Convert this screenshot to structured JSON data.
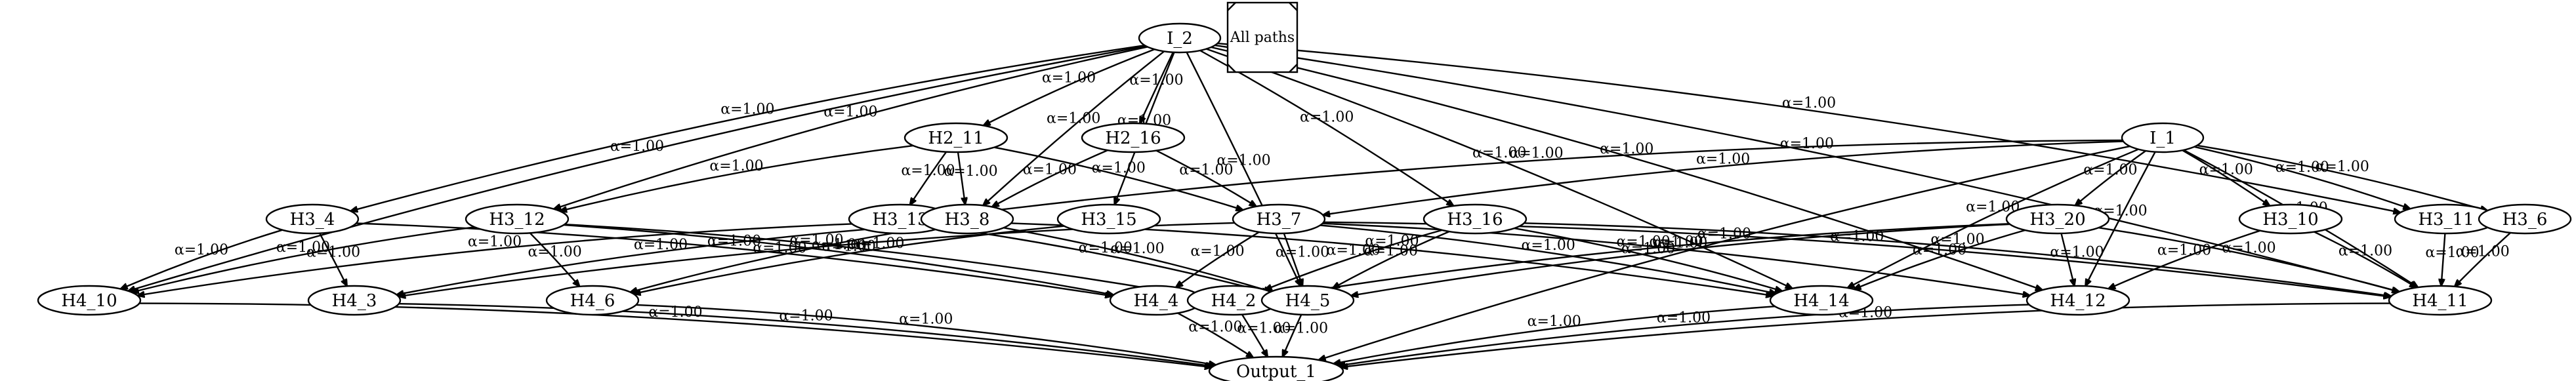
{
  "legend": {
    "title": "All paths"
  },
  "nodes": [
    {
      "id": "I_2",
      "label": "I_2"
    },
    {
      "id": "I_1",
      "label": "I_1"
    },
    {
      "id": "H2_11",
      "label": "H2_11"
    },
    {
      "id": "H2_16",
      "label": "H2_16"
    },
    {
      "id": "H3_4",
      "label": "H3_4"
    },
    {
      "id": "H3_12",
      "label": "H3_12"
    },
    {
      "id": "H3_13",
      "label": "H3_13"
    },
    {
      "id": "H3_8",
      "label": "H3_8"
    },
    {
      "id": "H3_15",
      "label": "H3_15"
    },
    {
      "id": "H3_7",
      "label": "H3_7"
    },
    {
      "id": "H3_16",
      "label": "H3_16"
    },
    {
      "id": "H3_20",
      "label": "H3_20"
    },
    {
      "id": "H3_10",
      "label": "H3_10"
    },
    {
      "id": "H3_11",
      "label": "H3_11"
    },
    {
      "id": "H3_6",
      "label": "H3_6"
    },
    {
      "id": "H4_10",
      "label": "H4_10"
    },
    {
      "id": "H4_3",
      "label": "H4_3"
    },
    {
      "id": "H4_6",
      "label": "H4_6"
    },
    {
      "id": "H4_4",
      "label": "H4_4"
    },
    {
      "id": "H4_2",
      "label": "H4_2"
    },
    {
      "id": "H4_5",
      "label": "H4_5"
    },
    {
      "id": "H4_14",
      "label": "H4_14"
    },
    {
      "id": "H4_12",
      "label": "H4_12"
    },
    {
      "id": "H4_11",
      "label": "H4_11"
    },
    {
      "id": "Output_1",
      "label": "Output_1"
    }
  ],
  "edges": [
    {
      "from": "I_2",
      "to": "H2_11",
      "label": "α=1.00"
    },
    {
      "from": "I_2",
      "to": "H2_16",
      "label": "α=1.00"
    },
    {
      "from": "I_2",
      "to": "H3_4",
      "label": "α=1.00"
    },
    {
      "from": "I_2",
      "to": "H3_12",
      "label": "α=1.00"
    },
    {
      "from": "I_2",
      "to": "H3_8",
      "label": "α=1.00"
    },
    {
      "from": "I_2",
      "to": "H3_15",
      "label": "α=1.00"
    },
    {
      "from": "I_2",
      "to": "H3_16",
      "label": "α=1.00"
    },
    {
      "from": "I_2",
      "to": "H3_11",
      "label": "α=1.00"
    },
    {
      "from": "I_2",
      "to": "H4_10",
      "label": "α=1.00"
    },
    {
      "from": "I_2",
      "to": "H4_5",
      "label": "α=1.00"
    },
    {
      "from": "I_2",
      "to": "H4_14",
      "label": "α=1.00"
    },
    {
      "from": "I_2",
      "to": "H4_12",
      "label": "α=1.00"
    },
    {
      "from": "I_2",
      "to": "H4_11",
      "label": "α=1.00"
    },
    {
      "from": "H2_11",
      "to": "H3_12",
      "label": "α=1.00"
    },
    {
      "from": "H2_11",
      "to": "H3_13",
      "label": "α=1.00"
    },
    {
      "from": "H2_11",
      "to": "H3_8",
      "label": "α=1.00"
    },
    {
      "from": "H2_11",
      "to": "H3_7",
      "label": "α=1.00"
    },
    {
      "from": "H2_16",
      "to": "H3_8",
      "label": "α=1.00"
    },
    {
      "from": "H2_16",
      "to": "H3_7",
      "label": "α=1.00"
    },
    {
      "from": "I_1",
      "to": "H3_13",
      "label": "α=1.00"
    },
    {
      "from": "I_1",
      "to": "H3_7",
      "label": "α=1.00"
    },
    {
      "from": "I_1",
      "to": "H3_20",
      "label": "α=1.00"
    },
    {
      "from": "I_1",
      "to": "H3_10",
      "label": "α=1.00"
    },
    {
      "from": "I_1",
      "to": "H3_11",
      "label": "α=1.00"
    },
    {
      "from": "I_1",
      "to": "H3_6",
      "label": "α=1.00"
    },
    {
      "from": "I_1",
      "to": "H4_14",
      "label": "α=1.00"
    },
    {
      "from": "I_1",
      "to": "H4_12",
      "label": "α=1.00"
    },
    {
      "from": "I_1",
      "to": "H4_11",
      "label": "α=1.00"
    },
    {
      "from": "I_1",
      "to": "Output_1",
      "label": "α=1.00"
    },
    {
      "from": "H3_4",
      "to": "H4_10",
      "label": "α=1.00"
    },
    {
      "from": "H3_4",
      "to": "H4_3",
      "label": "α=1.00"
    },
    {
      "from": "H3_4",
      "to": "H4_4",
      "label": "α=1.00"
    },
    {
      "from": "H3_12",
      "to": "H4_10",
      "label": "α=1.00"
    },
    {
      "from": "H3_12",
      "to": "H4_6",
      "label": "α=1.00"
    },
    {
      "from": "H3_12",
      "to": "H4_4",
      "label": "α=1.00"
    },
    {
      "from": "H3_12",
      "to": "H4_2",
      "label": "α=1.00"
    },
    {
      "from": "H3_13",
      "to": "H4_10",
      "label": "α=1.00"
    },
    {
      "from": "H3_13",
      "to": "H4_5",
      "label": "α=1.00"
    },
    {
      "from": "H3_8",
      "to": "H4_3",
      "label": "α=1.00"
    },
    {
      "from": "H3_8",
      "to": "H4_6",
      "label": "α=1.00"
    },
    {
      "from": "H3_8",
      "to": "H4_5",
      "label": "α=1.00"
    },
    {
      "from": "H3_8",
      "to": "H4_14",
      "label": "α=1.00"
    },
    {
      "from": "H3_15",
      "to": "H4_6",
      "label": "α=1.00"
    },
    {
      "from": "H3_7",
      "to": "H4_3",
      "label": "α=1.00"
    },
    {
      "from": "H3_7",
      "to": "H4_4",
      "label": "α=1.00"
    },
    {
      "from": "H3_7",
      "to": "H4_5",
      "label": "α=1.00"
    },
    {
      "from": "H3_7",
      "to": "H4_14",
      "label": "α=1.00"
    },
    {
      "from": "H3_7",
      "to": "H4_12",
      "label": "α=1.00"
    },
    {
      "from": "H3_7",
      "to": "H4_11",
      "label": "α=1.00"
    },
    {
      "from": "H3_16",
      "to": "H4_2",
      "label": "α=1.00"
    },
    {
      "from": "H3_16",
      "to": "H4_5",
      "label": "α=1.00"
    },
    {
      "from": "H3_16",
      "to": "H4_14",
      "label": "α=1.00"
    },
    {
      "from": "H3_16",
      "to": "H4_11",
      "label": "α=1.00"
    },
    {
      "from": "H3_20",
      "to": "H4_2",
      "label": "α=1.00"
    },
    {
      "from": "H3_20",
      "to": "H4_5",
      "label": "α=1.00"
    },
    {
      "from": "H3_20",
      "to": "H4_14",
      "label": "α=1.00"
    },
    {
      "from": "H3_20",
      "to": "H4_12",
      "label": "α=1.00"
    },
    {
      "from": "H3_20",
      "to": "H4_11",
      "label": "α=1.00"
    },
    {
      "from": "H3_10",
      "to": "H4_12",
      "label": "α=1.00"
    },
    {
      "from": "H3_10",
      "to": "H4_11",
      "label": "α=1.00"
    },
    {
      "from": "H3_6",
      "to": "H4_11",
      "label": "α=1.00"
    },
    {
      "from": "H3_11",
      "to": "H4_11",
      "label": "α=1.00"
    },
    {
      "from": "H4_10",
      "to": "Output_1",
      "label": "α=1.00"
    },
    {
      "from": "H4_3",
      "to": "Output_1",
      "label": "α=1.00"
    },
    {
      "from": "H4_6",
      "to": "Output_1",
      "label": "α=1.00"
    },
    {
      "from": "H4_4",
      "to": "Output_1",
      "label": "α=1.00"
    },
    {
      "from": "H4_2",
      "to": "Output_1",
      "label": "α=1.00"
    },
    {
      "from": "H4_5",
      "to": "Output_1",
      "label": "α=1.00"
    },
    {
      "from": "H4_14",
      "to": "Output_1",
      "label": "α=1.00"
    },
    {
      "from": "H4_12",
      "to": "Output_1",
      "label": "α=1.00"
    },
    {
      "from": "H4_11",
      "to": "Output_1",
      "label": "α=1.00"
    }
  ]
}
